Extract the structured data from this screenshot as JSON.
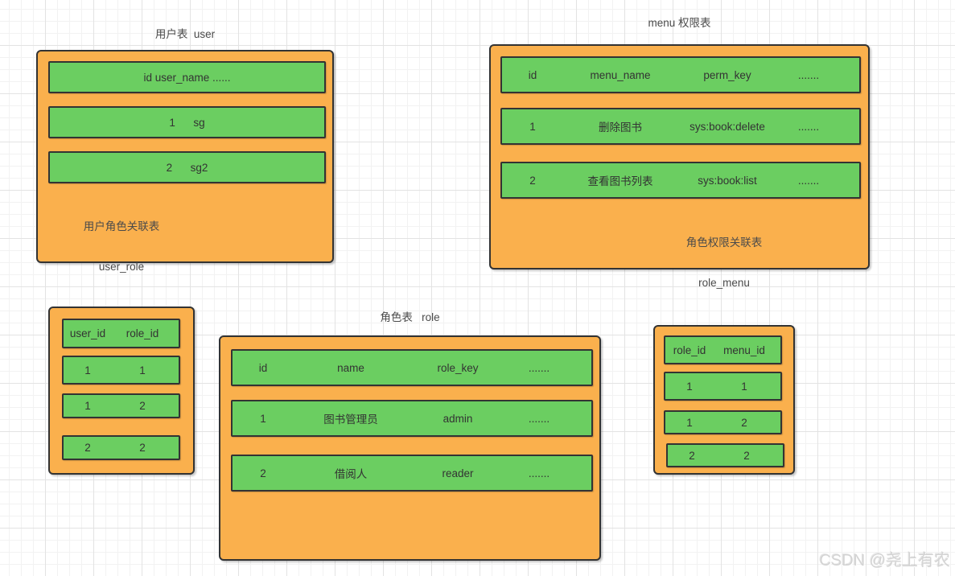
{
  "colors": {
    "box_fill": "#FAB04D",
    "row_fill": "#6BCE61",
    "border": "#333333",
    "grid_minor": "#f2f2f2",
    "grid_major": "#e3e3e3",
    "text": "#333333",
    "watermark": "#d4d4d4"
  },
  "watermark": "CSDN @尧上有农",
  "tables": {
    "user": {
      "title": "用户表  user",
      "rows": [
        {
          "text": "id user_name ......"
        },
        {
          "text": "1      sg"
        },
        {
          "text": "2      sg2"
        }
      ]
    },
    "menu": {
      "title": "menu 权限表",
      "rows": [
        {
          "c1": "id",
          "c2": "menu_name",
          "c3": "perm_key",
          "c4": "......."
        },
        {
          "c1": "1",
          "c2": "删除图书",
          "c3": "sys:book:delete",
          "c4": "......."
        },
        {
          "c1": "2",
          "c2": "查看图书列表",
          "c3": "sys:book:list",
          "c4": "......."
        }
      ]
    },
    "user_role": {
      "title_line1": "用户角色关联表",
      "title_line2": "user_role",
      "rows": [
        {
          "c1": "user_id",
          "c2": "role_id"
        },
        {
          "c1": "1",
          "c2": "1"
        },
        {
          "c1": "1",
          "c2": "2"
        },
        {
          "c1": "2",
          "c2": "2"
        }
      ]
    },
    "role": {
      "title": "角色表   role",
      "rows": [
        {
          "c1": "id",
          "c2": "name",
          "c3": "role_key",
          "c4": "......."
        },
        {
          "c1": "1",
          "c2": "图书管理员",
          "c3": "admin",
          "c4": "......."
        },
        {
          "c1": "2",
          "c2": "借阅人",
          "c3": "reader",
          "c4": "......."
        }
      ]
    },
    "role_menu": {
      "title_line1": "角色权限关联表",
      "title_line2": "role_menu",
      "rows": [
        {
          "c1": "role_id",
          "c2": "menu_id"
        },
        {
          "c1": "1",
          "c2": "1"
        },
        {
          "c1": "1",
          "c2": "2"
        },
        {
          "c1": "2",
          "c2": "2"
        }
      ]
    }
  }
}
